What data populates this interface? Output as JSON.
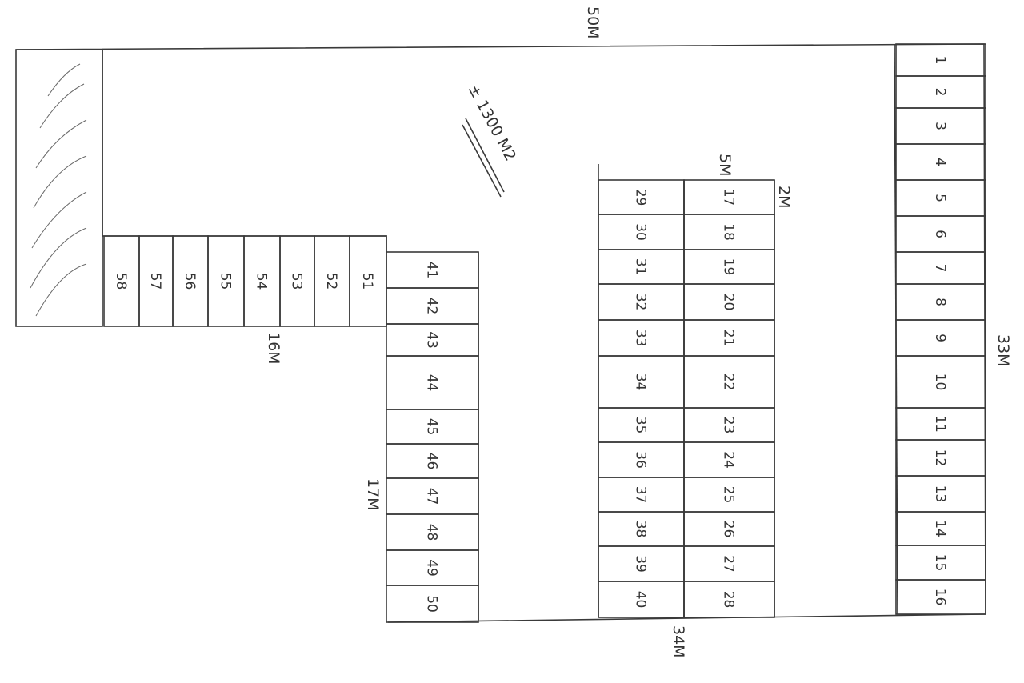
{
  "labels": {
    "top_width": "50M",
    "right_height": "33M",
    "bottom_width": "34M",
    "left_block_width": "16M",
    "lower_block_height": "17M",
    "aisle_width": "5M",
    "unit_depth": "2M",
    "area": "± 1300 M2"
  },
  "units": {
    "right_column": [
      "1",
      "2",
      "3",
      "4",
      "5",
      "6",
      "7",
      "8",
      "9",
      "10",
      "11",
      "12",
      "13",
      "14",
      "15",
      "16"
    ],
    "middle_right_column": [
      "17",
      "18",
      "19",
      "20",
      "21",
      "22",
      "23",
      "24",
      "25",
      "26",
      "27",
      "28"
    ],
    "middle_left_column": [
      "29",
      "30",
      "31",
      "32",
      "33",
      "34",
      "35",
      "36",
      "37",
      "38",
      "39",
      "40"
    ],
    "lower_column": [
      "41",
      "42",
      "43",
      "44",
      "45",
      "46",
      "47",
      "48",
      "49",
      "50"
    ],
    "upper_row": [
      "51",
      "52",
      "53",
      "54",
      "55",
      "56",
      "57",
      "58"
    ]
  },
  "colors": {
    "ink": "#3a3a3a",
    "paper": "#ffffff"
  }
}
